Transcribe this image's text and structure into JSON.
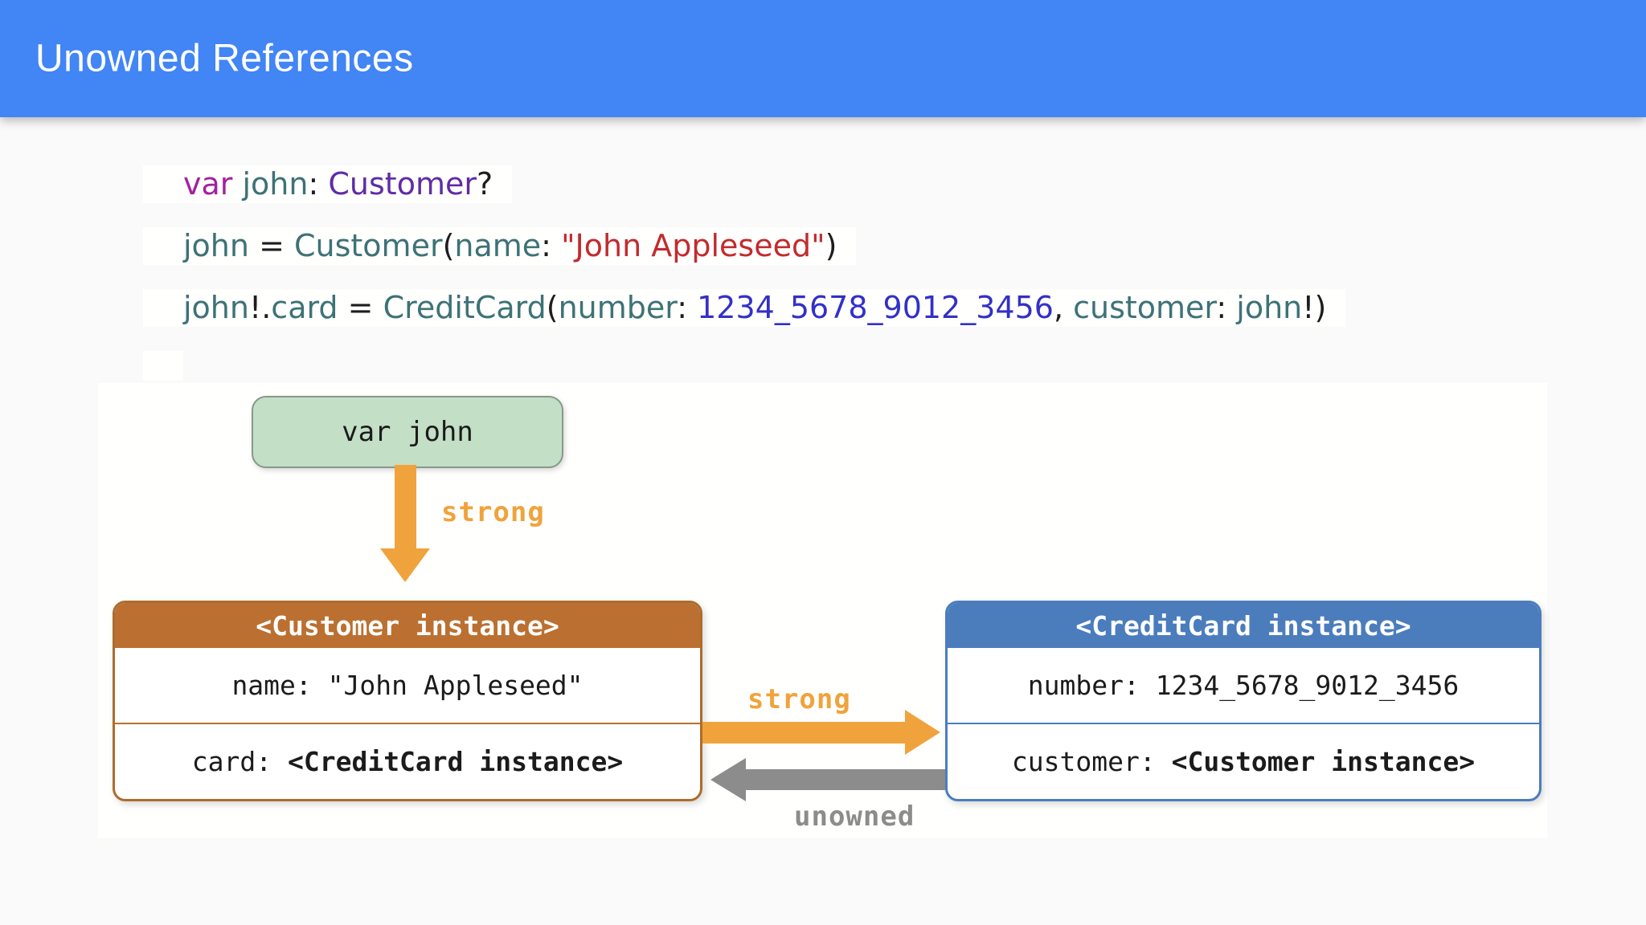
{
  "header": {
    "title": "Unowned References"
  },
  "code": {
    "lines": [
      {
        "tokens": [
          "var",
          " ",
          "john",
          ": ",
          "Customer",
          "?"
        ]
      },
      {
        "tokens": [
          "john",
          " = ",
          "Customer",
          "(",
          "name",
          ": ",
          "\"John Appleseed\"",
          ")"
        ]
      },
      {
        "tokens": [
          "john",
          "!.",
          "card",
          " = ",
          "CreditCard",
          "(",
          "number",
          ": ",
          "1234_5678_9012_3456",
          ", ",
          "customer",
          ": ",
          "john",
          "!)"
        ]
      }
    ]
  },
  "diagram": {
    "var_box_label": "var john",
    "labels": {
      "strong_vertical": "strong",
      "strong_horizontal": "strong",
      "unowned": "unowned"
    },
    "customer_box": {
      "title": "<Customer instance>",
      "name_row": {
        "label": "name: ",
        "value": "\"John Appleseed\""
      },
      "card_row": {
        "label": "card: ",
        "value": "<CreditCard instance>"
      }
    },
    "creditcard_box": {
      "title": "<CreditCard instance>",
      "number_row": {
        "label": "number: ",
        "value": "1234_5678_9012_3456"
      },
      "customer_row": {
        "label": "customer: ",
        "value": "<Customer instance>"
      }
    },
    "colors": {
      "header_blue": "#4285f4",
      "customer_header_orange": "#bb7031",
      "creditcard_header_blue": "#4b7dbd",
      "var_box_green": "#c3dfc6",
      "strong_orange": "#f0a33c",
      "unowned_gray": "#8c8c8c",
      "code_keyword": "#a3219e",
      "code_identifier": "#3e7276",
      "code_type": "#5f2ca5",
      "code_string": "#c22b2e",
      "code_number": "#3330c8"
    }
  }
}
